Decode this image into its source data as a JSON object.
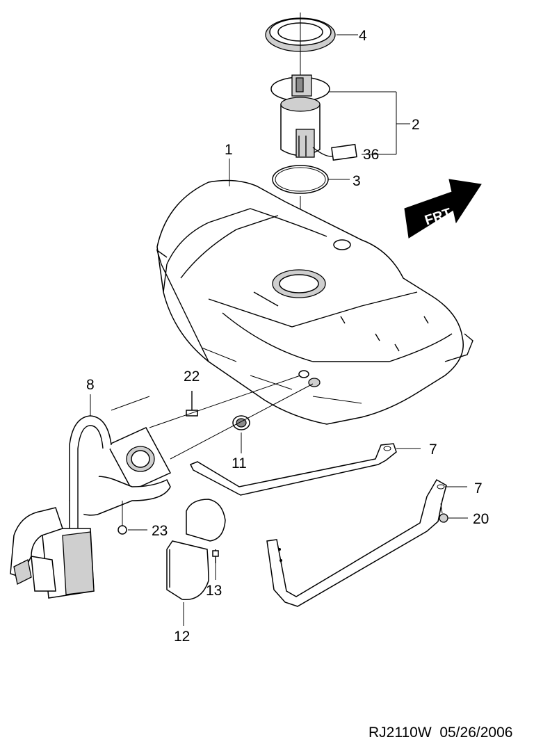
{
  "frt_arrow": {
    "label": "FRT"
  },
  "callouts": {
    "c1": "1",
    "c2": "2",
    "c3": "3",
    "c4": "4",
    "c7a": "7",
    "c7b": "7",
    "c8": "8",
    "c11": "11",
    "c12": "12",
    "c13": "13",
    "c20": "20",
    "c22": "22",
    "c23": "23",
    "c36": "36"
  },
  "footer": {
    "drawing_code": "RJ2110W",
    "date": "05/26/2006"
  }
}
